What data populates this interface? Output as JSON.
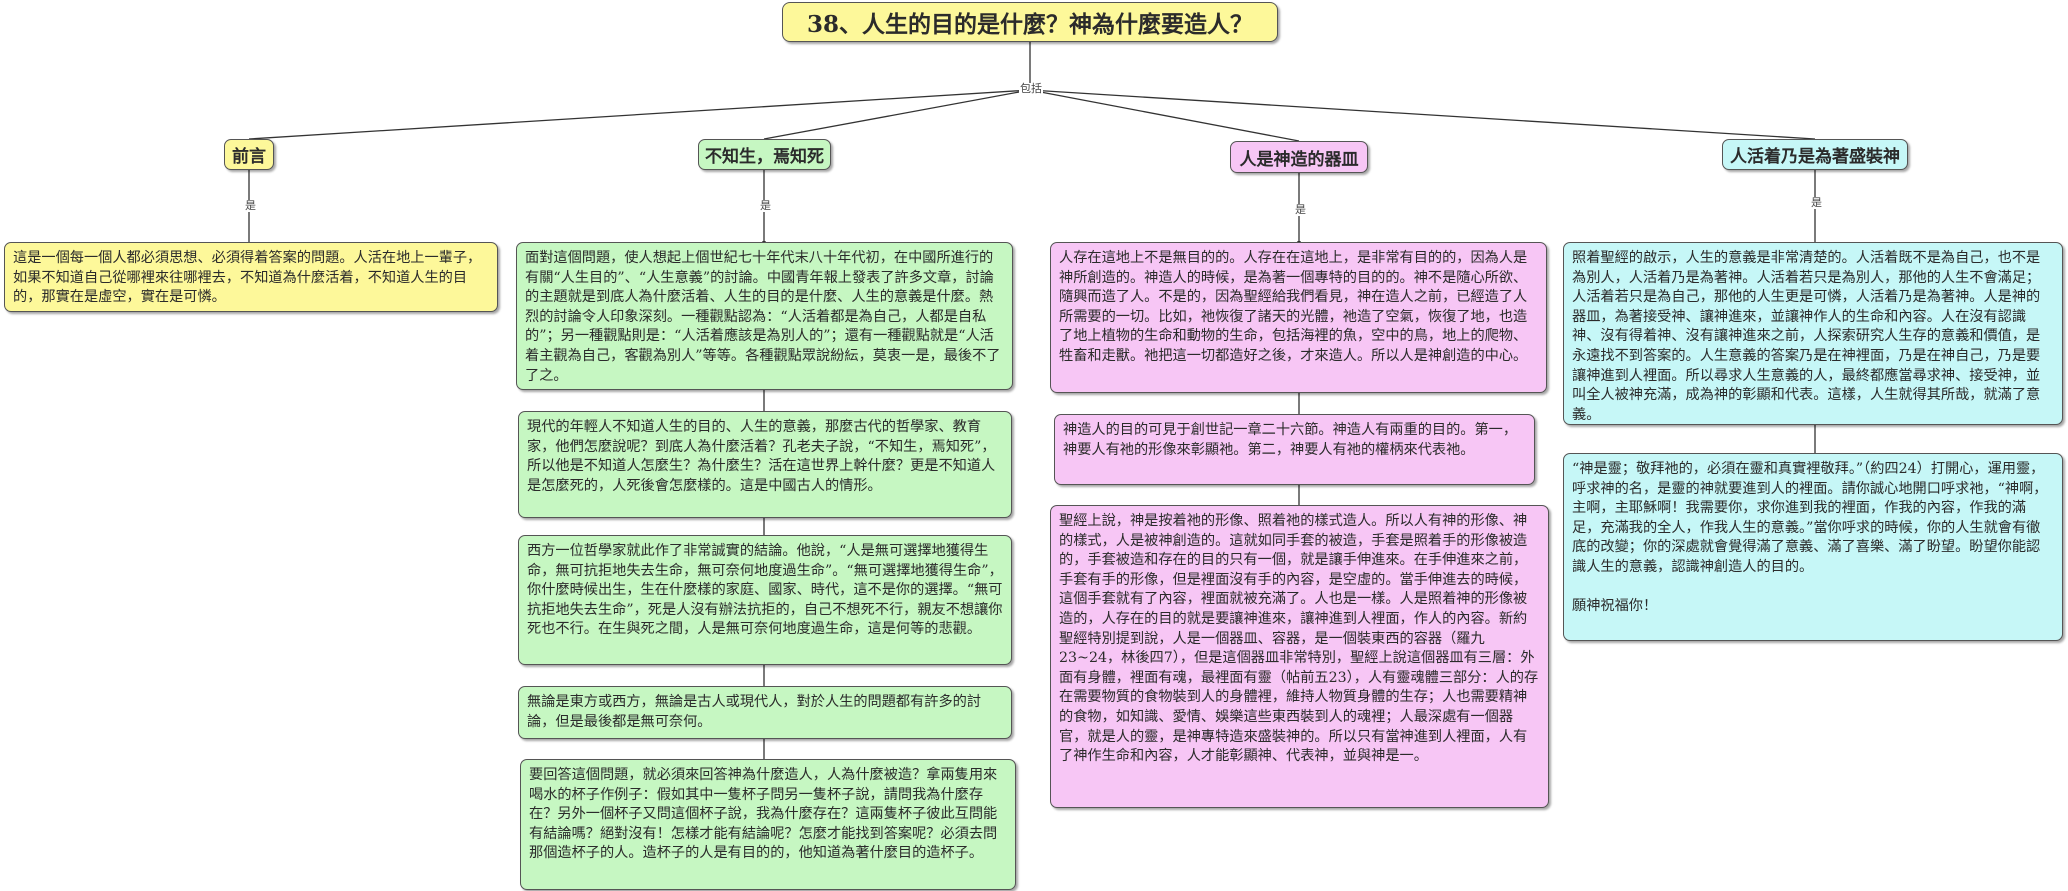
{
  "title": "38、人生的目的是什麼？神為什麼要造人？",
  "root_link_label": "包括",
  "branch_link_label": "是",
  "branches": [
    {
      "title": "前言",
      "paragraphs": [
        "這是一個每一個人都必須思想、必須得着答案的問題。人活在地上一輩子，如果不知道自己從哪裡來往哪裡去，不知道為什麼活着，不知道人生的目的，那實在是虛空，實在是可憐。"
      ]
    },
    {
      "title": "不知生，焉知死",
      "paragraphs": [
        "面對這個問題，使人想起上個世紀七十年代末八十年代初，在中國所進行的有關“人生目的”、“人生意義”的討論。中國青年報上發表了許多文章，討論的主題就是到底人為什麼活着、人生的目的是什麼、人生的意義是什麼。熱烈的討論令人印象深刻。一種觀點認為：“人活着都是為自己，人都是自私的”；另一種觀點則是：“人活着應該是為別人的”；還有一種觀點就是“人活着主觀為自己，客觀為別人”等等。各種觀點眾說紛紜，莫衷一是，最後不了了之。",
        "現代的年輕人不知道人生的目的、人生的意義，那麼古代的哲學家、教育家，他們怎麼說呢？到底人為什麼活着？孔老夫子說，“不知生，焉知死”，所以他是不知道人怎麼生？為什麼生？活在這世界上幹什麼？更是不知道人是怎麼死的，人死後會怎麼樣的。這是中國古人的情形。",
        "西方一位哲學家就此作了非常誠實的結論。他說，“人是無可選擇地獲得生命，無可抗拒地失去生命，無可奈何地度過生命”。“無可選擇地獲得生命”，你什麼時候出生，生在什麼樣的家庭、國家、時代，這不是你的選擇。“無可抗拒地失去生命”，死是人沒有辦法抗拒的，自己不想死不行，親友不想讓你死也不行。在生與死之間，人是無可奈何地度過生命，這是何等的悲觀。",
        "無論是東方或西方，無論是古人或現代人，對於人生的問題都有許多的討論，但是最後都是無可奈何。",
        "要回答這個問題，就必須來回答神為什麼造人，人為什麼被造？拿兩隻用來喝水的杯子作例子：假如其中一隻杯子問另一隻杯子說，請問我為什麼存在？另外一個杯子又問這個杯子說，我為什麼存在？這兩隻杯子彼此互問能有結論嗎？絕對沒有！怎樣才能有結論呢？怎麼才能找到答案呢？必須去問那個造杯子的人。造杯子的人是有目的的，他知道為著什麼目的造杯子。"
      ]
    },
    {
      "title": "人是神造的器皿",
      "paragraphs": [
        "人存在這地上不是無目的的。人存在在這地上，是非常有目的的，因為人是神所創造的。神造人的時候，是為著一個專特的目的的。神不是隨心所欲、隨興而造了人。不是的，因為聖經給我們看見，神在造人之前，已經造了人所需要的一切。比如，祂恢復了諸天的光體，祂造了空氣，恢復了地，也造了地上植物的生命和動物的生命，包括海裡的魚，空中的鳥，地上的爬物、牲畜和走獸。祂把這一切都造好之後，才來造人。所以人是神創造的中心。",
        "神造人的目的可見于創世記一章二十六節。神造人有兩重的目的。第一，神要人有祂的形像來彰顯祂。第二，神要人有祂的權柄來代表祂。",
        "聖經上說，神是按着祂的形像、照着祂的樣式造人。所以人有神的形像、神的樣式，人是被神創造的。這就如同手套的被造，手套是照着手的形像被造的，手套被造和存在的目的只有一個，就是讓手伸進來。在手伸進來之前，手套有手的形像，但是裡面沒有手的內容，是空虛的。當手伸進去的時候，這個手套就有了內容，裡面就被充滿了。人也是一樣。人是照着神的形像被造的，人存在的目的就是要讓神進來，讓神進到人裡面，作人的內容。新約聖經特別提到說，人是一個器皿、容器，是一個裝東西的容器（羅九23~24，林後四7），但是這個器皿非常特別，聖經上說這個器皿有三層：外面有身體，裡面有魂，最裡面有靈（帖前五23），人有靈魂體三部分：人的存在需要物質的食物裝到人的身體裡，維持人物質身體的生存；人也需要精神的食物，如知識、愛情、娛樂這些東西裝到人的魂裡；人最深處有一個器官，就是人的靈，是神專特造來盛裝神的。所以只有當神進到人裡面，人有了神作生命和內容，人才能彰顯神、代表神，並與神是一。"
      ]
    },
    {
      "title": "人活着乃是為著盛裝神",
      "paragraphs": [
        "照着聖經的啟示，人生的意義是非常清楚的。人活着既不是為自己，也不是為別人，人活着乃是為著神。人活着若只是為別人，那他的人生不會滿足；人活着若只是為自己，那他的人生更是可憐，人活着乃是為著神。人是神的器皿，為著接受神、讓神進來，並讓神作人的生命和內容。人在沒有認識神、沒有得着神、沒有讓神進來之前，人探索研究人生存的意義和價值，是永遠找不到答案的。人生意義的答案乃是在神裡面，乃是在神自己，乃是要讓神進到人裡面。所以尋求人生意義的人，最終都應當尋求神、接受神，並叫全人被神充滿，成為神的彰顯和代表。這樣，人生就得其所哉，就滿了意義。",
        "“神是靈；敬拜祂的，必須在靈和真實裡敬拜。”（約四24）打開心，運用靈，呼求神的名，是靈的神就要進到人的裡面。請你誠心地開口呼求祂，“神啊，主啊，主耶穌啊！我需要你，求你進到我的裡面，作我的內容，作我的滿足，充滿我的全人，作我人生的意義。”當你呼求的時候，你的人生就會有徹底的改變；你的深處就會覺得滿了意義、滿了喜樂、滿了盼望。盼望你能認識人生的意義，認識神創造人的目的。",
        "願神祝福你！"
      ]
    }
  ],
  "colors": {
    "yellow": "#fdf89a",
    "green": "#c6f7c2",
    "pink": "#f7c6f5",
    "cyan": "#c6f7f7",
    "line": "#333333"
  }
}
